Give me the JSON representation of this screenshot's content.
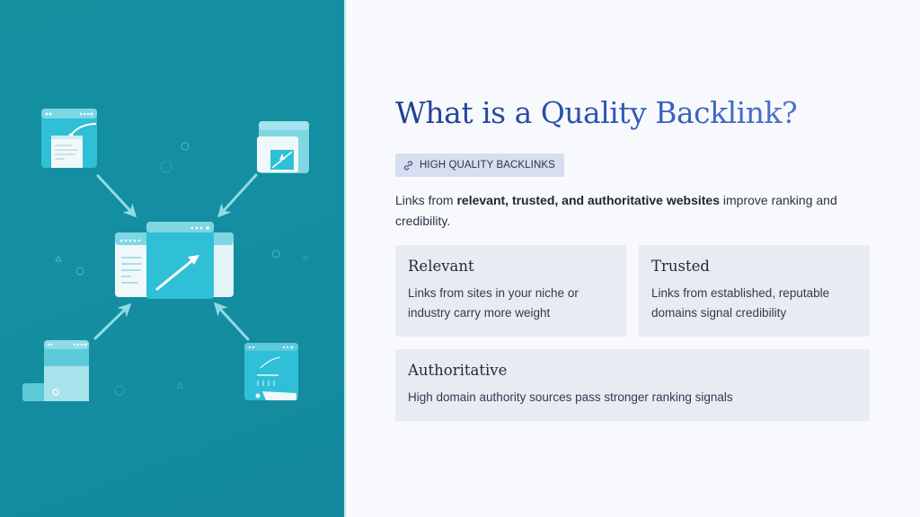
{
  "title": "What is a Quality Backlink?",
  "badge": {
    "icon": "link-icon",
    "label": "HIGH QUALITY BACKLINKS"
  },
  "intro": {
    "prefix": "Links from ",
    "bold": "relevant, trusted, and authoritative websites",
    "suffix": " improve ranking and credibility."
  },
  "cards": [
    {
      "title": "Relevant",
      "text": "Links from sites in your niche or industry carry more weight"
    },
    {
      "title": "Trusted",
      "text": "Links from established, reputable domains signal credibility"
    },
    {
      "title": "Authoritative",
      "text": "High domain authority sources pass stronger ranking signals"
    }
  ],
  "illustration": {
    "description": "Four browser windows with arrows pointing to a central website with an upward trend arrow",
    "colors": {
      "background": "#148ea2",
      "window": "#2fbfd6",
      "window_light": "#7fd6e3",
      "page": "#f1f8fa",
      "arrow": "#8fdbe4"
    }
  },
  "colors": {
    "title_start": "#1f3f8f",
    "title_end": "#4a74cf",
    "badge_bg": "#d7def2",
    "card_bg": "#e9ebf2",
    "page_bg": "#f8f9fc"
  }
}
